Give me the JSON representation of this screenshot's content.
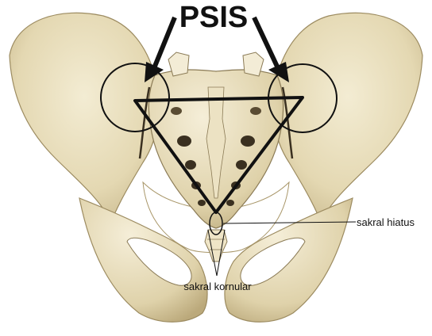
{
  "diagram": {
    "title": "PSIS",
    "labels": {
      "sacral_hiatus": "sakral hiatus",
      "sacral_cornua": "sakral kornular"
    },
    "colors": {
      "bone": "#e6dcb8",
      "bone_light": "#f1ead0",
      "bone_shadow": "#b6a67c",
      "bone_dark": "#8a7a55",
      "ink": "#111111",
      "background": "#ffffff"
    }
  }
}
